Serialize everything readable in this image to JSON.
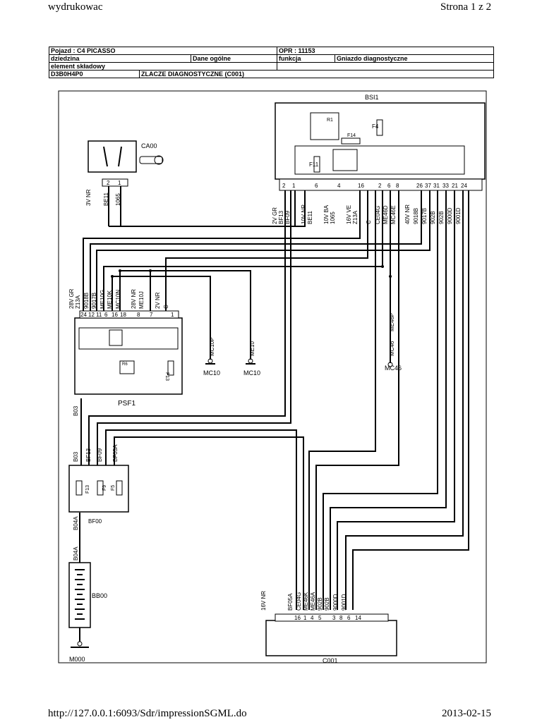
{
  "header": {
    "left": "wydrukowac",
    "right": "Strona 1 z 2"
  },
  "footer": {
    "url": "http://127.0.0.1:6093/Sdr/impressionSGML.do",
    "date": "2013-02-15"
  },
  "info": {
    "vehicle": "Pojazd : C4 PICASSO",
    "opr": "OPR : 11153",
    "domain_label": "dziedzina",
    "domain_value": "Dane ogólne",
    "function_label": "funkcja",
    "function_value": "Gniazdo diagnostyczne",
    "element_label": "element składowy",
    "code": "D3B0H4P0",
    "connector": "ZLACZE DIAGNOSTYCZNE (C001)"
  },
  "diagram": {
    "components": {
      "bsi": "BSI1",
      "ca00": "CA00",
      "psf": "PSF1",
      "bf00": "BF00",
      "bb00": "BB00",
      "m000": "M000",
      "mc10a": "MC10",
      "mc10b": "MC10",
      "mc46": "MC46",
      "c001": "C001"
    },
    "fuses": {
      "f4": "F4",
      "f11": "F11",
      "f14": "F14",
      "f13_psf": "F13",
      "f13": "F13",
      "f9": "F9",
      "f5": "F5",
      "r6": "R6",
      "r1": "R1"
    },
    "ca00_pins": [
      "2",
      "1"
    ],
    "ca00_labels": [
      "3V NR",
      "BE11",
      "1065"
    ],
    "bsi_pins": [
      "2",
      "1",
      "6",
      "4",
      "16",
      "2",
      "6",
      "8",
      "26",
      "37",
      "31",
      "33",
      "21",
      "24"
    ],
    "bsi_labels": [
      "2V GR",
      "BF13",
      "BF09",
      "10V NR",
      "BE11",
      "10V BA",
      "1065",
      "16V VE",
      "Z13A",
      "C",
      "CE04G",
      "ME46D",
      "MC46E",
      "40V NR",
      "9018B",
      "9017B",
      "902B",
      "902B",
      "9000D",
      "9001D"
    ],
    "psf_pins": [
      "24",
      "12",
      "11",
      "6",
      "16",
      "18",
      "8",
      "7",
      "1"
    ],
    "psf_labels": [
      "28V GR",
      "Z13A",
      "9018B",
      "9017B",
      "ME10G",
      "ME10K",
      "MC10N",
      "28V NR",
      "ME10J",
      "2V NR",
      "C"
    ],
    "mc_labels": [
      "MC10P",
      "ME10",
      "MC46",
      "ME46P"
    ],
    "bf_labels": [
      "B03",
      "B03",
      "BF13",
      "BF09",
      "BF05A",
      "B04A",
      "B04A"
    ],
    "c001_pins": [
      "16",
      "1",
      "4",
      "5",
      "3",
      "8",
      "6",
      "14"
    ],
    "c001_labels": [
      "16V NR",
      "BF05A",
      "CE04G",
      "ME46K",
      "ME46A",
      "902B",
      "902B",
      "9000D",
      "9001D"
    ]
  }
}
